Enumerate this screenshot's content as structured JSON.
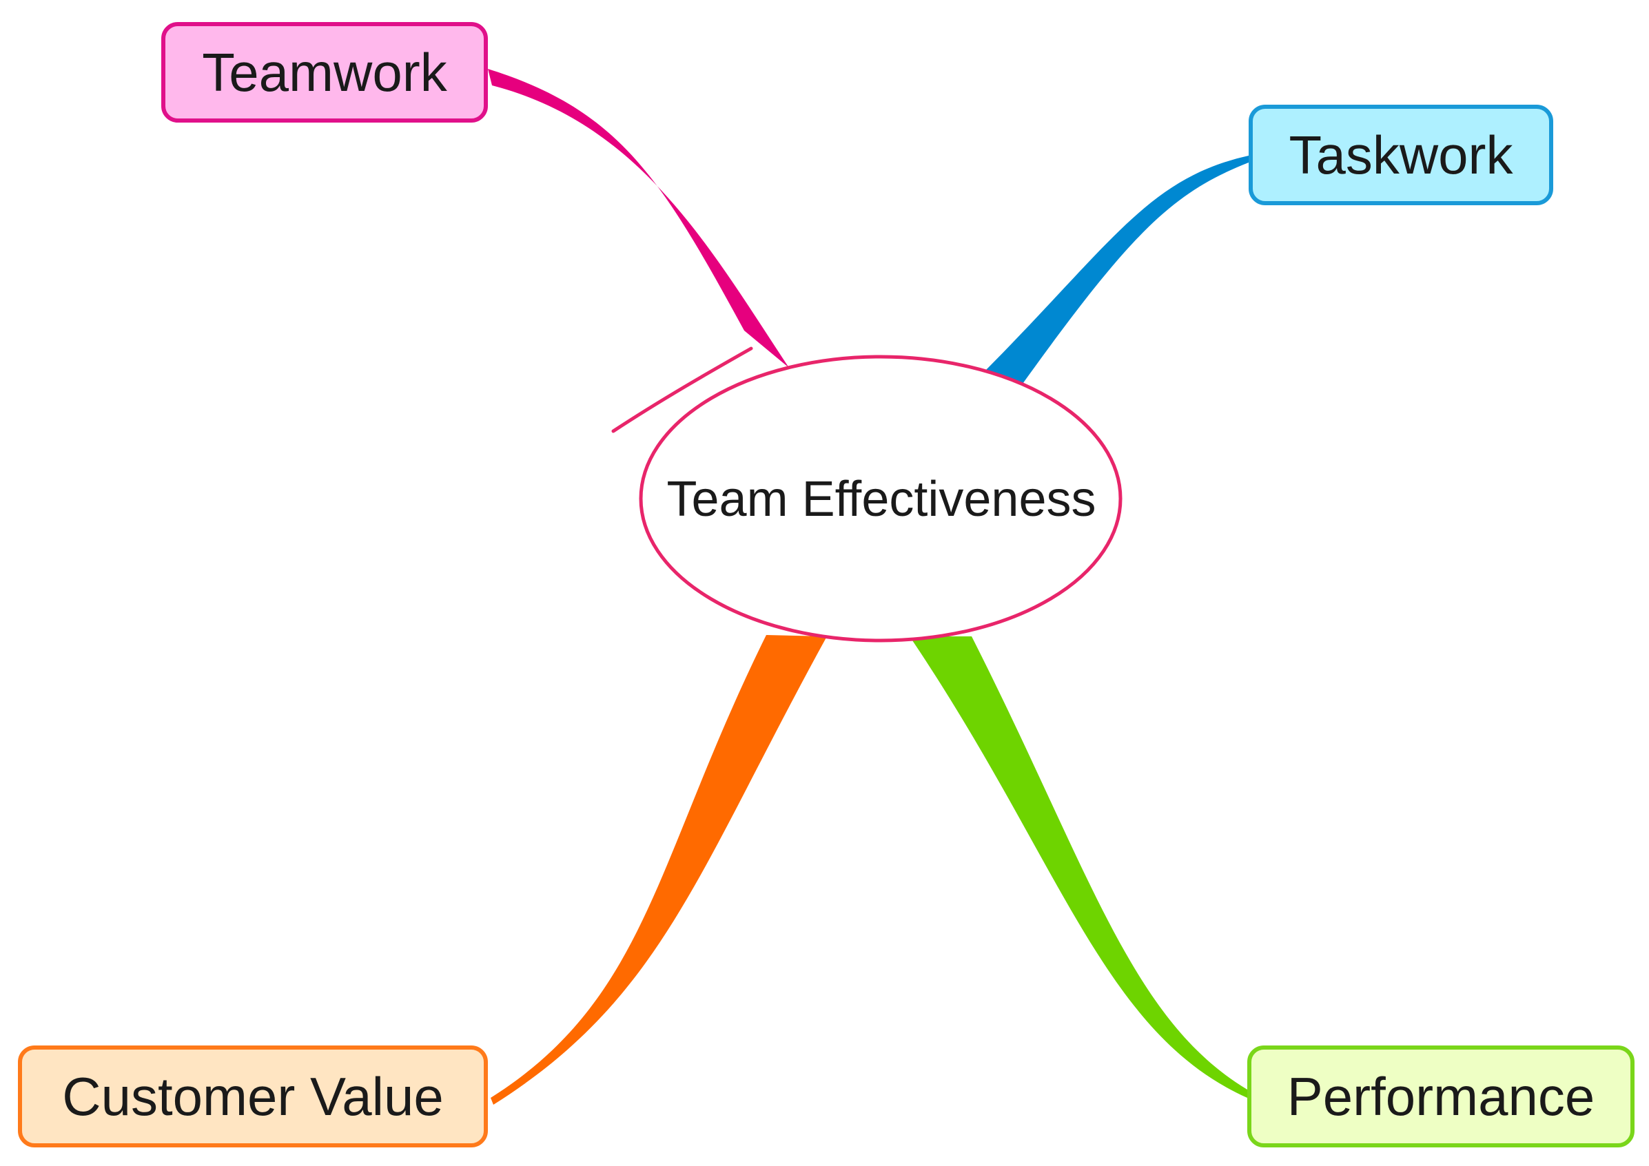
{
  "central_topic": {
    "label": "Team Effectiveness",
    "outline_color": "#e8256a"
  },
  "branches": [
    {
      "id": "teamwork",
      "label": "Teamwork",
      "branch_color": "#e6007e",
      "border_color": "#e0108a",
      "fill_color": "#ffb8ec"
    },
    {
      "id": "taskwork",
      "label": "Taskwork",
      "branch_color": "#0088d1",
      "border_color": "#1a9ad8",
      "fill_color": "#aef0ff"
    },
    {
      "id": "customer",
      "label": "Customer Value",
      "branch_color": "#ff6a00",
      "border_color": "#ff7a1a",
      "fill_color": "#ffe5c2"
    },
    {
      "id": "performance",
      "label": "Performance",
      "branch_color": "#6ed400",
      "border_color": "#7ad61a",
      "fill_color": "#eeffc4"
    }
  ]
}
